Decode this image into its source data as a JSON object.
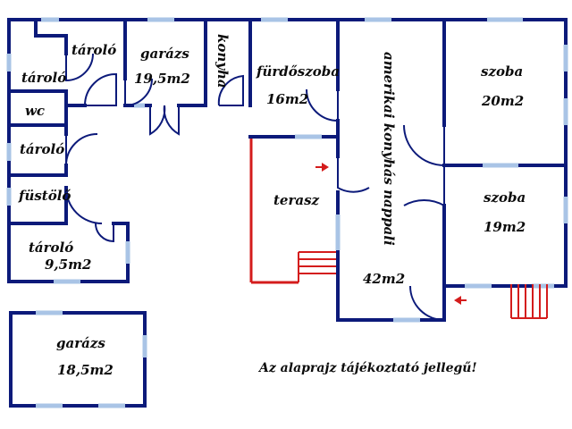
{
  "floorplan": {
    "rooms": {
      "storage_top": "tároló",
      "storage_left": "tároló",
      "wc": "wc",
      "storage_mid": "tároló",
      "smokehouse": "füstölő",
      "storage_bottom": "tároló",
      "storage_bottom_area": "9,5m2",
      "garage_main": "garázs",
      "garage_main_area": "19,5m2",
      "kitchen": "konyha",
      "bathroom": "fürdőszoba",
      "bathroom_area": "16m2",
      "living": "amerikai konyhás nappali",
      "living_area": "42m2",
      "room1": "szoba",
      "room1_area": "20m2",
      "room2": "szoba",
      "room2_area": "19m2",
      "terrace": "terasz",
      "garage_detached": "garázs",
      "garage_detached_area": "18,5m2"
    },
    "note": "Az alaprajz tájékoztató jellegű!",
    "colors": {
      "wall": "#0c1a7a",
      "window": "#a9c4e6",
      "terrace_line": "#d41c1c",
      "text": "#0b0b0b"
    }
  }
}
